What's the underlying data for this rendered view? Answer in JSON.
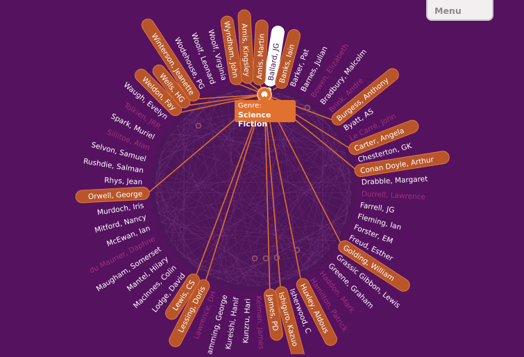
{
  "menu": {
    "label": "Menu"
  },
  "tooltip": {
    "key": "Genre:",
    "value": "Science Fiction"
  },
  "colors": {
    "background": "#55125f",
    "inner_circle": "#4d1658",
    "highlight": "#e0712f",
    "pill": "#b8562a",
    "dim_label": "#a2307c"
  },
  "authors": [
    {
      "name": "Ballard, JG",
      "state": "selected"
    },
    {
      "name": "Banks, Iain",
      "state": "highlight"
    },
    {
      "name": "Barker, Pat",
      "state": "normal"
    },
    {
      "name": "Barnes, Julian",
      "state": "normal"
    },
    {
      "name": "Bowen, Elizabeth",
      "state": "dim"
    },
    {
      "name": "Bradbury, Malcolm",
      "state": "normal"
    },
    {
      "name": "Brink, Andre",
      "state": "dim"
    },
    {
      "name": "Burgess, Anthony",
      "state": "highlight"
    },
    {
      "name": "Byatt, AS",
      "state": "normal"
    },
    {
      "name": "Le Carré, John",
      "state": "dim"
    },
    {
      "name": "Carter, Angela",
      "state": "highlight"
    },
    {
      "name": "Chesterton, GK",
      "state": "normal"
    },
    {
      "name": "Conan Doyle, Arthur",
      "state": "highlight"
    },
    {
      "name": "Drabble, Margaret",
      "state": "normal"
    },
    {
      "name": "Durrell, Lawrence",
      "state": "dim"
    },
    {
      "name": "Farrell, JG",
      "state": "normal"
    },
    {
      "name": "Fleming, Ian",
      "state": "normal"
    },
    {
      "name": "Forster, EM",
      "state": "normal"
    },
    {
      "name": "Freud, Esther",
      "state": "normal"
    },
    {
      "name": "Golding, William",
      "state": "highlight"
    },
    {
      "name": "Grassic Gibbon, Lewis",
      "state": "normal"
    },
    {
      "name": "Greene, Graham",
      "state": "normal"
    },
    {
      "name": "Haddon, Mark",
      "state": "dim"
    },
    {
      "name": "Hamilton, Patrick",
      "state": "dim"
    },
    {
      "name": "Huxley, Aldous",
      "state": "highlight"
    },
    {
      "name": "Isherwood, C",
      "state": "normal"
    },
    {
      "name": "Ishiguro, Kazuo",
      "state": "highlight"
    },
    {
      "name": "James, PD",
      "state": "highlight"
    },
    {
      "name": "Kelman, James",
      "state": "dim"
    },
    {
      "name": "Kunzru, Hari",
      "state": "normal"
    },
    {
      "name": "Kureishi, Hanif",
      "state": "normal"
    },
    {
      "name": "Lamming, George",
      "state": "normal"
    },
    {
      "name": "Lawrence, DH",
      "state": "dim"
    },
    {
      "name": "Lessing, Doris",
      "state": "highlight"
    },
    {
      "name": "Lewis, CS",
      "state": "highlight"
    },
    {
      "name": "Lodge, David",
      "state": "normal"
    },
    {
      "name": "MacInnes, Colin",
      "state": "normal"
    },
    {
      "name": "Mantel, Hilary",
      "state": "normal"
    },
    {
      "name": "Maugham, Somerset",
      "state": "normal"
    },
    {
      "name": "du Maurier, Daphne",
      "state": "dim"
    },
    {
      "name": "McEwan, Ian",
      "state": "normal"
    },
    {
      "name": "Mitford, Nancy",
      "state": "normal"
    },
    {
      "name": "Murdoch, Iris",
      "state": "normal"
    },
    {
      "name": "Orwell, George",
      "state": "highlight"
    },
    {
      "name": "Rhys, Jean",
      "state": "normal"
    },
    {
      "name": "Rushdie, Salman",
      "state": "normal"
    },
    {
      "name": "Selvon, Samuel",
      "state": "normal"
    },
    {
      "name": "Sillitoe, Alan",
      "state": "dim"
    },
    {
      "name": "Spark, Muriel",
      "state": "normal"
    },
    {
      "name": "Tolkien, JRR",
      "state": "dim"
    },
    {
      "name": "Waugh, Evelyn",
      "state": "normal"
    },
    {
      "name": "Weldon, Fay",
      "state": "highlight"
    },
    {
      "name": "Wells, HG",
      "state": "highlight"
    },
    {
      "name": "Winterson, Jeanette",
      "state": "highlight"
    },
    {
      "name": "Wodehouse, PG",
      "state": "normal"
    },
    {
      "name": "Woolf, Leonard",
      "state": "normal"
    },
    {
      "name": "Woolf, Virginia",
      "state": "normal"
    },
    {
      "name": "Wyndham, John",
      "state": "highlight"
    },
    {
      "name": "Amis, Kingsley",
      "state": "highlight"
    },
    {
      "name": "Amis, Martin",
      "state": "highlight"
    }
  ]
}
